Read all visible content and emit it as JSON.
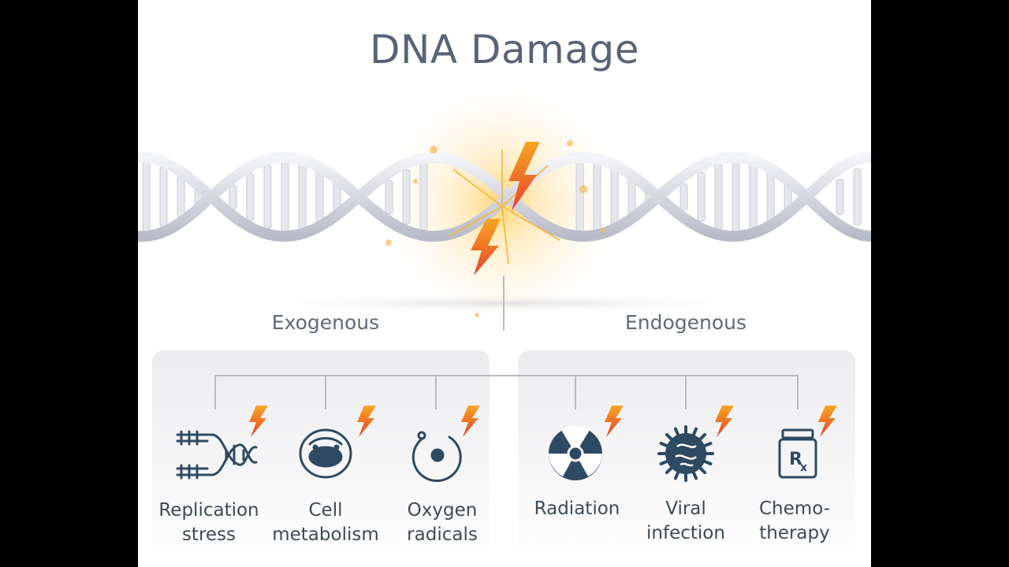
{
  "title": "DNA Damage",
  "groups": {
    "exogenous": "Exogenous",
    "endogenous": "Endogenous"
  },
  "items": [
    {
      "label_line1": "Replication",
      "label_line2": "stress",
      "icon": "dna-replication-icon"
    },
    {
      "label_line1": "Cell",
      "label_line2": "metabolism",
      "icon": "cell-icon"
    },
    {
      "label_line1": "Oxygen",
      "label_line2": "radicals",
      "icon": "oxygen-radical-icon"
    },
    {
      "label_line1": "Radiation",
      "label_line2": "",
      "icon": "radiation-icon"
    },
    {
      "label_line1": "Viral",
      "label_line2": "infection",
      "icon": "virus-icon"
    },
    {
      "label_line1": "Chemo-",
      "label_line2": "therapy",
      "icon": "rx-bottle-icon"
    }
  ],
  "colors": {
    "title": "#5a6478",
    "icon": "#2e4a62",
    "bolt_top": "#f6a623",
    "bolt_bottom": "#e8402a",
    "helix": "#d9dbe3"
  }
}
